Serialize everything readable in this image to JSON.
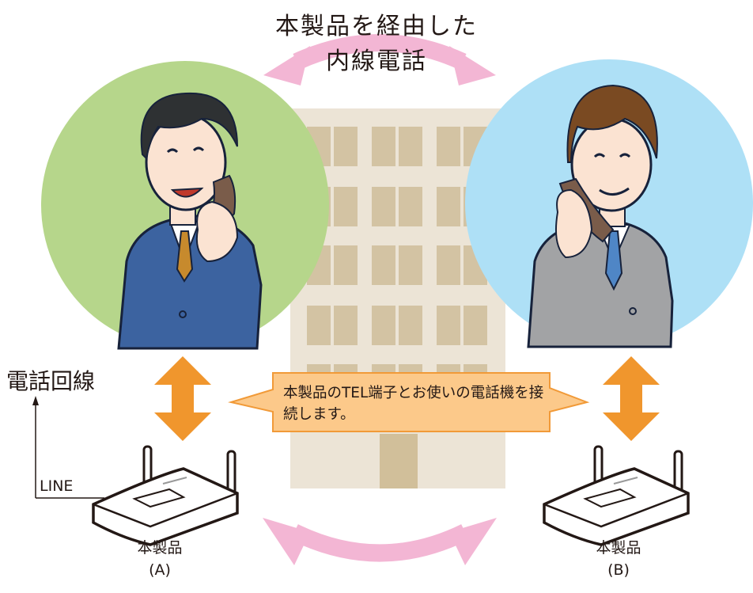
{
  "title": {
    "line1": "本製品を経由した",
    "line2": "内線電話"
  },
  "external_line": {
    "label": "電話回線",
    "port_label": "LINE"
  },
  "callout": {
    "text": "本製品のTEL端子とお使いの電話機を接続します。"
  },
  "devices": [
    {
      "name": "本製品",
      "id": "(A)"
    },
    {
      "name": "本製品",
      "id": "(B)"
    }
  ],
  "colors": {
    "left_circle": "#b6d68b",
    "right_circle": "#aee0f6",
    "building": "#ece4d6",
    "window": "#d3c3a3",
    "door": "#d1bf9a",
    "pink_arrow": "#f3b6d4",
    "orange_arrow": "#f0962d",
    "callout_fill": "#fcc98a",
    "callout_stroke": "#f19a38"
  }
}
